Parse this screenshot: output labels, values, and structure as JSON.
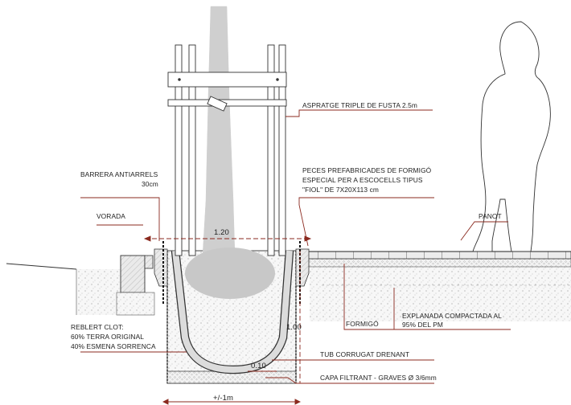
{
  "labels": {
    "aspratge": "ASPRATGE TRIPLE DE FUSTA 2.5m",
    "peces_l1": "PECES PREFABRICADES DE FORMIGÓ",
    "peces_l2": "ESPECIAL PER A ESCOCELLS TIPUS",
    "peces_l3": "\"FIOL\" DE 7X20X113 cm",
    "barrera_l1": "BARRERA ANTIARRELS",
    "barrera_l2": "30cm",
    "vorada": "VORADA",
    "panot": "PANOT",
    "reblert_l1": "REBLERT CLOT:",
    "reblert_l2": "60% TERRA ORIGINAL",
    "reblert_l3": "40% ESMENA SORRENCA",
    "formigo": "FORMIGÓ",
    "explanada_l1": "EXPLANADA COMPACTADA AL",
    "explanada_l2": "95% DEL PM",
    "tub": "TUB CORRUGAT DRENANT",
    "capa": "CAPA FILTRANT - GRAVES Ø 3/6mm"
  },
  "dimensions": {
    "width_top": "1.20",
    "depth": "1.00",
    "gravel": "0.10",
    "width_bottom": "+/-1m"
  },
  "colors": {
    "line": "#333333",
    "callout": "#8b2a1f",
    "trunk": "#cfcfcf",
    "rootball": "#c8c8c8",
    "soil": "#f3f3f3"
  }
}
